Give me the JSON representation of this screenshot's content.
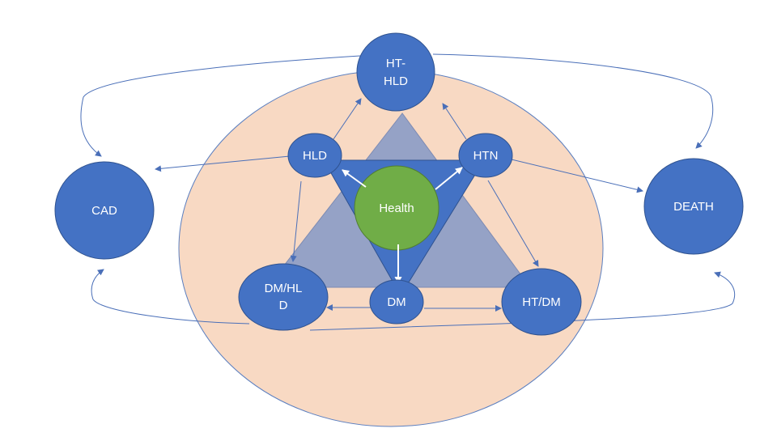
{
  "diagram": {
    "type": "state-transition",
    "colors": {
      "node_fill": "#4472c4",
      "node_stroke": "#2f528f",
      "health_fill": "#70ad47",
      "health_stroke": "#507e32",
      "population_fill": "#f8d9c3",
      "population_stroke": "#5b7fc0",
      "big_triangle_fill": "#95a2c6",
      "inner_triangle_fill": "#4472c4",
      "edge_color": "#4a6fb8",
      "white_arrow": "#ffffff"
    },
    "nodes": {
      "health": {
        "label": "Health"
      },
      "hld": {
        "label": "HLD"
      },
      "htn": {
        "label": "HTN"
      },
      "dm": {
        "label": "DM"
      },
      "ht_hld": {
        "label_line1": "HT-",
        "label_line2": "HLD"
      },
      "dm_hld": {
        "label_line1": "DM/HL",
        "label_line2": "D"
      },
      "ht_dm": {
        "label": "HT/DM"
      },
      "cad": {
        "label": "CAD"
      },
      "death": {
        "label": "DEATH"
      }
    },
    "edges": [
      {
        "from": "Health",
        "to": "HLD"
      },
      {
        "from": "Health",
        "to": "HTN"
      },
      {
        "from": "Health",
        "to": "DM"
      },
      {
        "from": "HLD",
        "to": "HT-HLD"
      },
      {
        "from": "HTN",
        "to": "HT-HLD"
      },
      {
        "from": "HLD",
        "to": "DM/HLD"
      },
      {
        "from": "HTN",
        "to": "HT/DM"
      },
      {
        "from": "DM",
        "to": "DM/HLD"
      },
      {
        "from": "DM",
        "to": "HT/DM"
      },
      {
        "from": "HLD",
        "to": "CAD"
      },
      {
        "from": "HTN",
        "to": "DEATH"
      },
      {
        "from": "HT-HLD",
        "to": "CAD"
      },
      {
        "from": "HT-HLD",
        "to": "DEATH"
      },
      {
        "from": "DM/HLD",
        "to": "CAD"
      },
      {
        "from": "HT/DM",
        "to": "DEATH"
      },
      {
        "from": "DM/HLD",
        "to": "DEATH"
      }
    ]
  }
}
